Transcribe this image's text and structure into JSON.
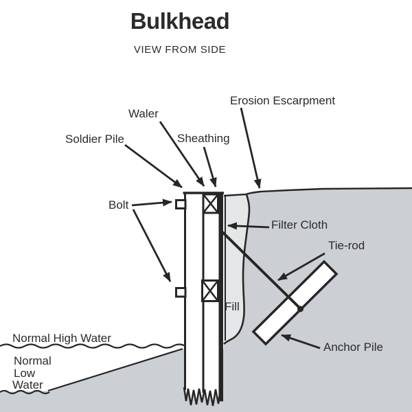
{
  "title": "Bulkhead",
  "subtitle": "VIEW FROM SIDE",
  "labels": {
    "soldier_pile": "Soldier Pile",
    "waler": "Waler",
    "sheathing": "Sheathing",
    "erosion_escarpment": "Erosion Escarpment",
    "bolt": "Bolt",
    "filter_cloth": "Filter Cloth",
    "tie_rod": "Tie-rod",
    "fill": "Fill",
    "anchor_pile": "Anchor Pile",
    "normal_high_water": "Normal High Water",
    "normal_low_water_line1": "Normal",
    "normal_low_water_line2": "Low",
    "normal_low_water_line3": "Water"
  },
  "colors": {
    "ground": "#ccd0d4",
    "fill_material": "#e5e6e7",
    "line": "#262626",
    "text": "#2b2b2b",
    "background": "#ffffff"
  }
}
